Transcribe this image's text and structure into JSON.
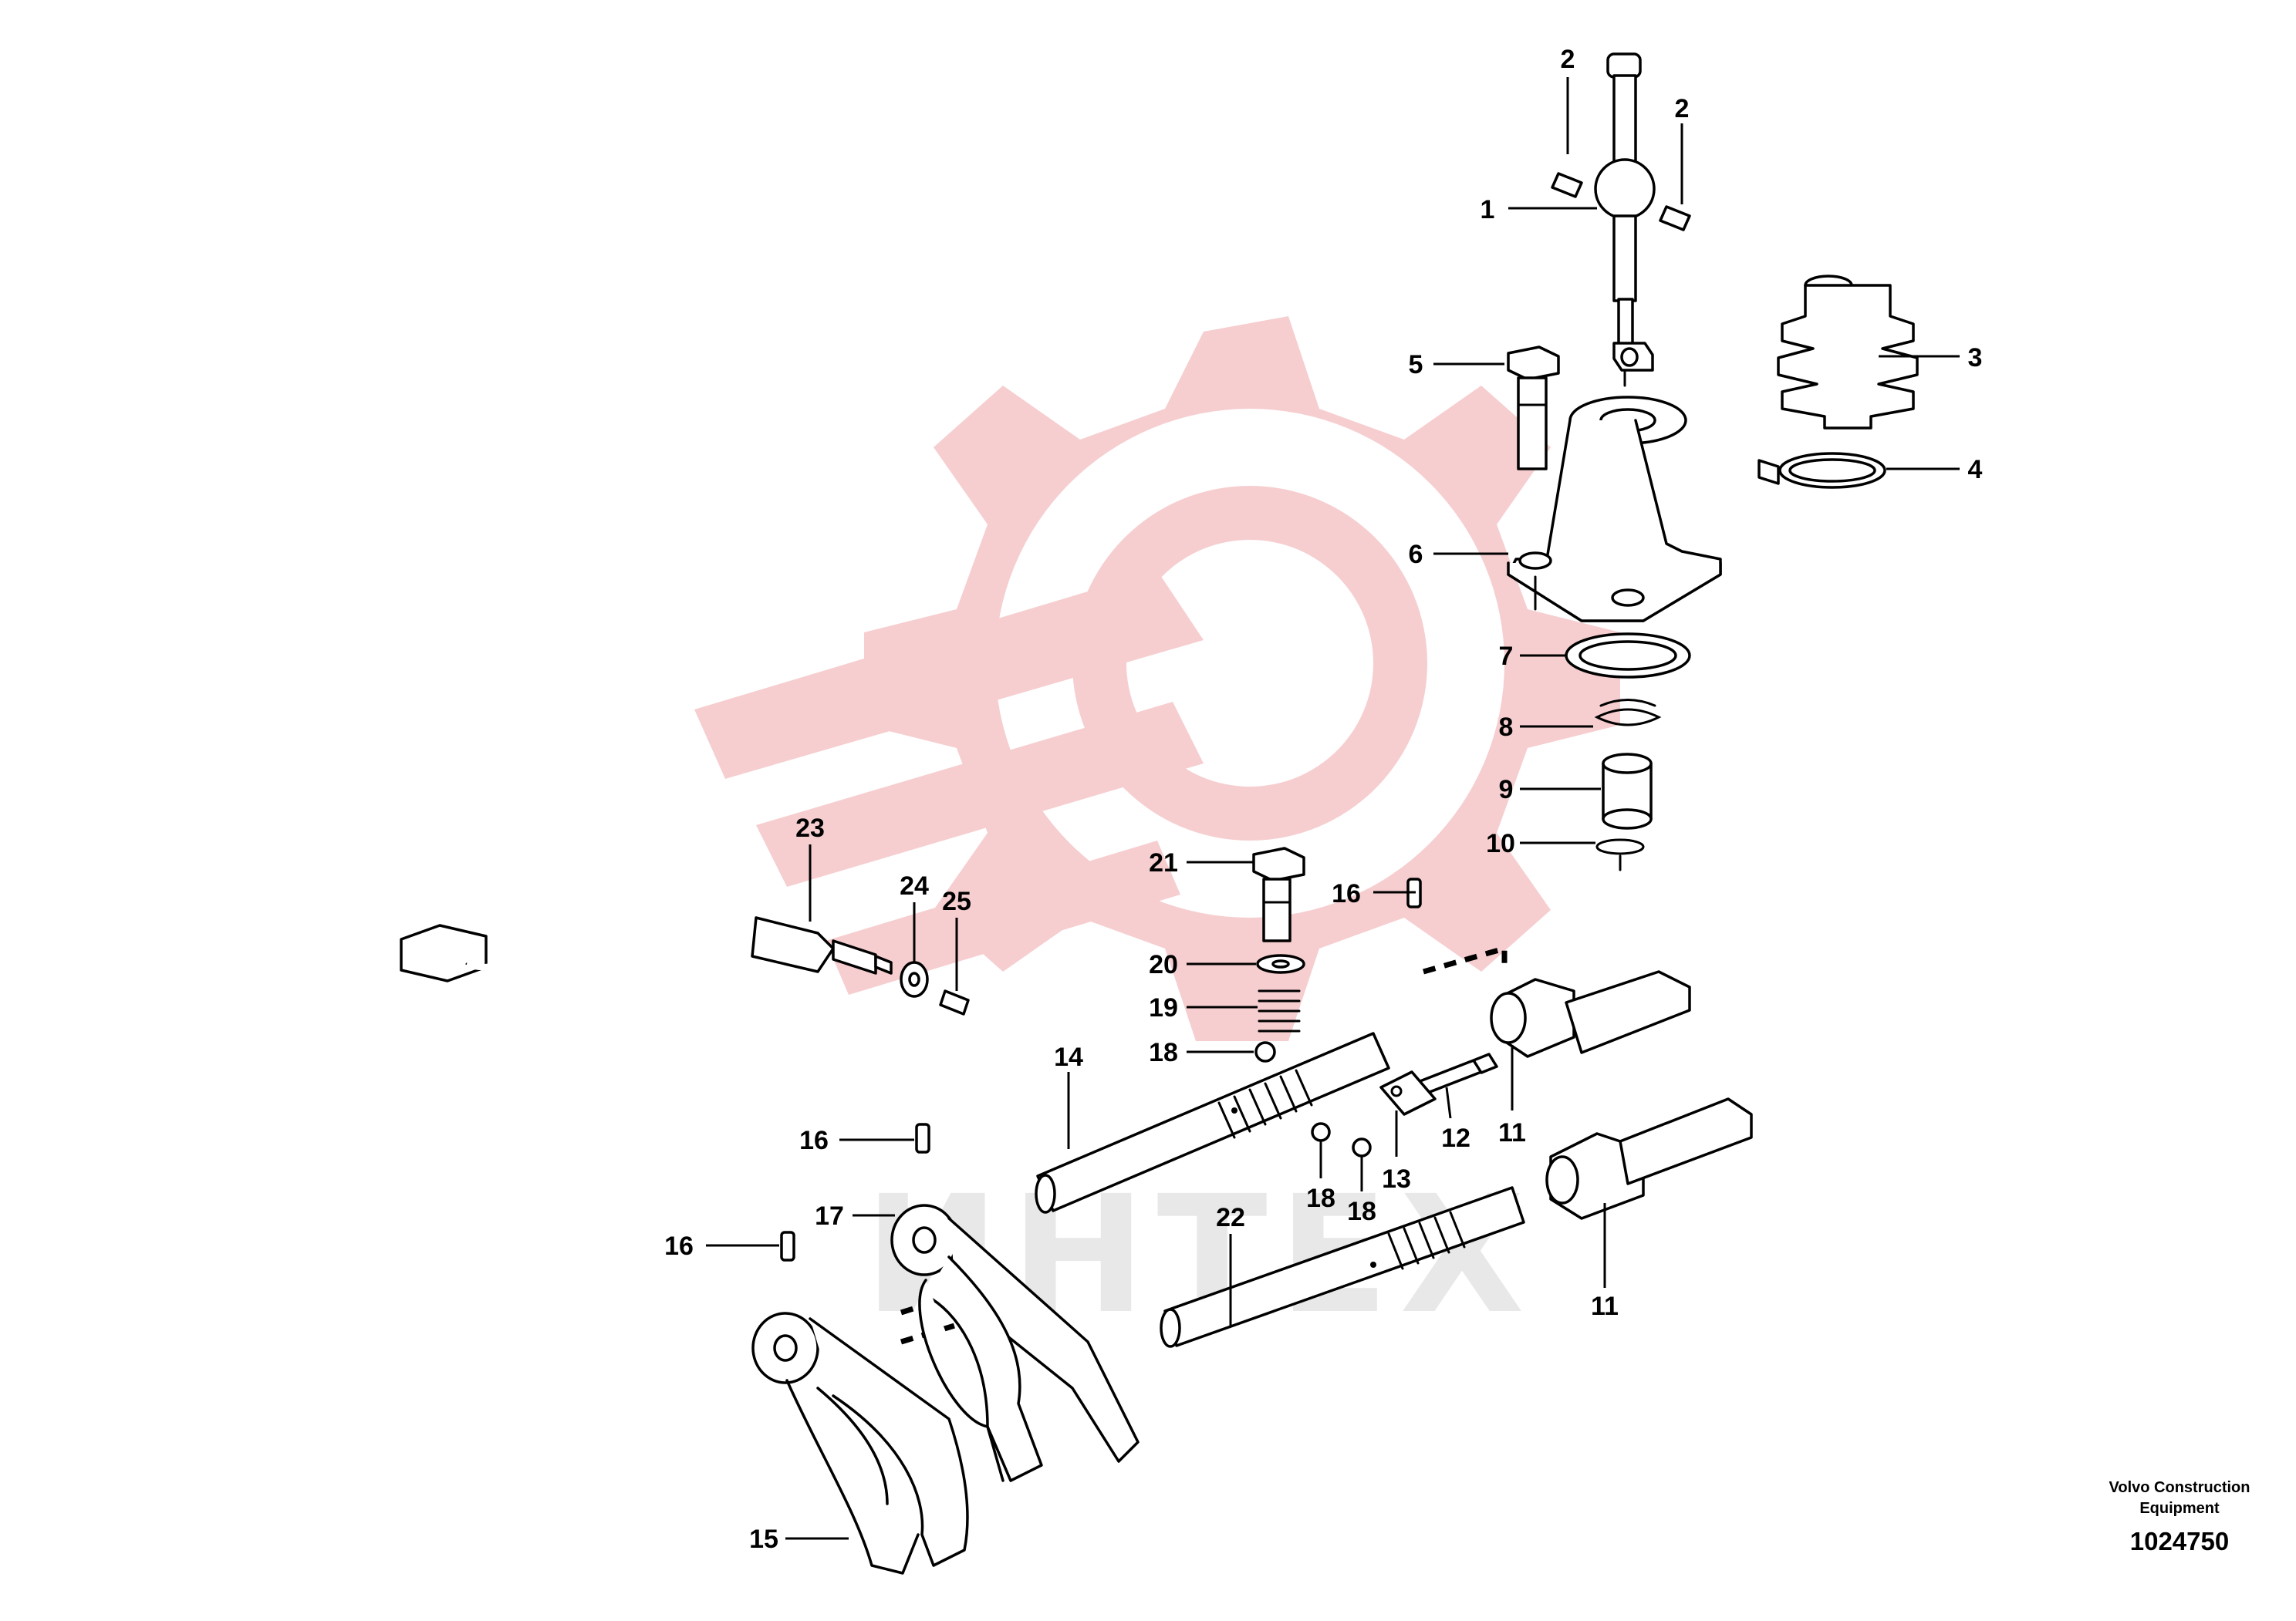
{
  "watermark": {
    "text": "ИНТЕХ",
    "logo_color": "#f5c6c8"
  },
  "callouts": [
    {
      "id": "c1",
      "label": "1"
    },
    {
      "id": "c2a",
      "label": "2"
    },
    {
      "id": "c2b",
      "label": "2"
    },
    {
      "id": "c3",
      "label": "3"
    },
    {
      "id": "c4",
      "label": "4"
    },
    {
      "id": "c5",
      "label": "5"
    },
    {
      "id": "c6",
      "label": "6"
    },
    {
      "id": "c7",
      "label": "7"
    },
    {
      "id": "c8",
      "label": "8"
    },
    {
      "id": "c9",
      "label": "9"
    },
    {
      "id": "c10",
      "label": "10"
    },
    {
      "id": "c11a",
      "label": "11"
    },
    {
      "id": "c11b",
      "label": "11"
    },
    {
      "id": "c12",
      "label": "12"
    },
    {
      "id": "c13",
      "label": "13"
    },
    {
      "id": "c14",
      "label": "14"
    },
    {
      "id": "c15",
      "label": "15"
    },
    {
      "id": "c16a",
      "label": "16"
    },
    {
      "id": "c16b",
      "label": "16"
    },
    {
      "id": "c16c",
      "label": "16"
    },
    {
      "id": "c17",
      "label": "17"
    },
    {
      "id": "c18a",
      "label": "18"
    },
    {
      "id": "c18b",
      "label": "18"
    },
    {
      "id": "c18c",
      "label": "18"
    },
    {
      "id": "c19",
      "label": "19"
    },
    {
      "id": "c20",
      "label": "20"
    },
    {
      "id": "c21",
      "label": "21"
    },
    {
      "id": "c22",
      "label": "22"
    },
    {
      "id": "c23",
      "label": "23"
    },
    {
      "id": "c24",
      "label": "24"
    },
    {
      "id": "c25",
      "label": "25"
    }
  ],
  "footer": {
    "brand_line1": "Volvo Construction",
    "brand_line2": "Equipment",
    "drawing_number": "1024750"
  }
}
